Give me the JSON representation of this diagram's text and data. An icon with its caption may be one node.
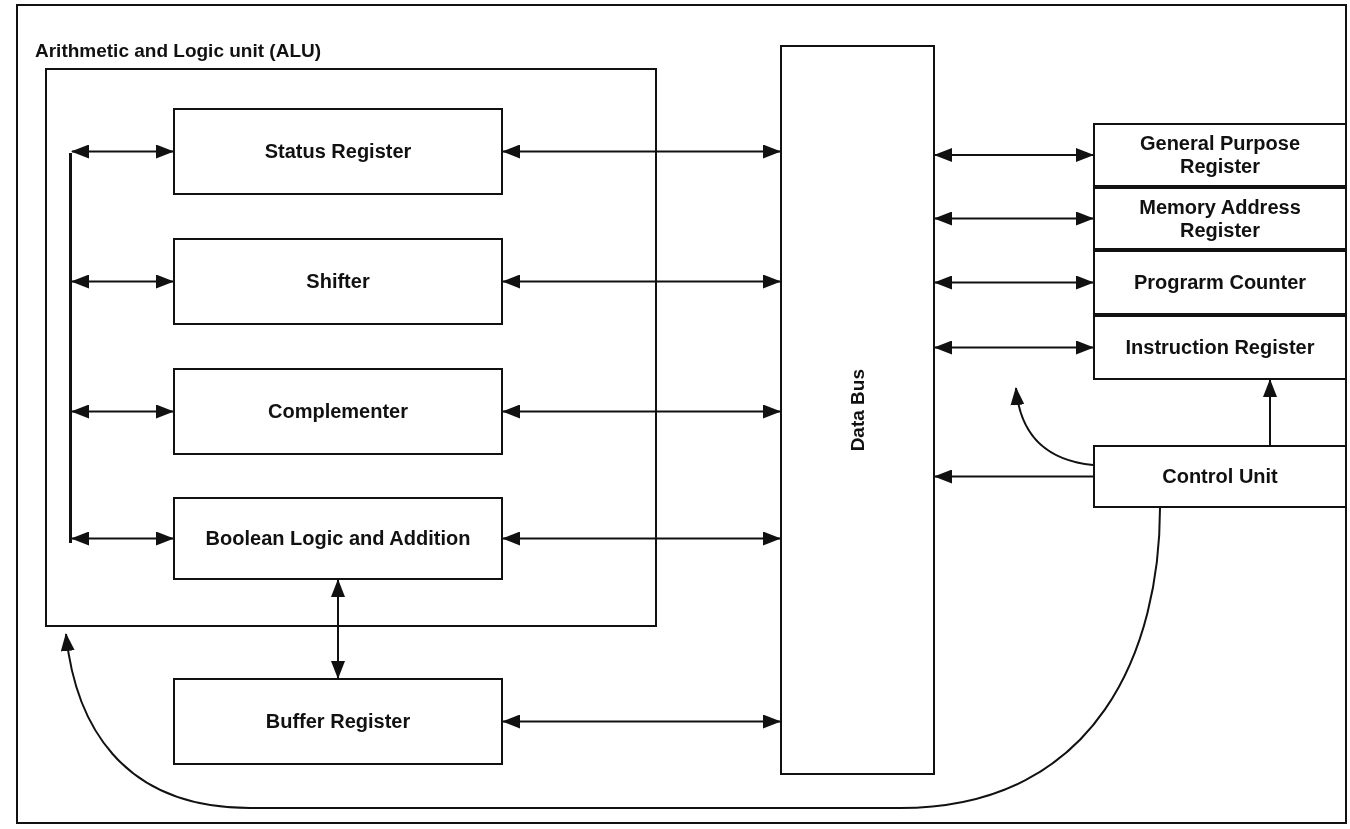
{
  "diagram": {
    "nodes": [
      {
        "text": [
          "Arithmetic and Logic unit (ALU)"
        ]
      },
      {
        "text": [],
        "shape": "bar",
        "in": 0
      },
      {
        "text": [
          "Status Register"
        ],
        "in": 0
      },
      {
        "text": [
          "Shifter"
        ],
        "in": 0
      },
      {
        "text": [
          "Complementer"
        ],
        "in": 0
      },
      {
        "text": [
          "Boolean Logic and Addition"
        ],
        "in": 0
      },
      {
        "text": [
          "Buffer Register"
        ]
      },
      {
        "text": [
          "Data Bus"
        ]
      },
      {
        "text": [
          "General Purpose Register"
        ]
      },
      {
        "text": [
          "Memory Address Register"
        ]
      },
      {
        "text": [
          "Prograrm Counter"
        ]
      },
      {
        "text": [
          "Instruction Register"
        ]
      },
      {
        "text": [
          "Control Unit"
        ]
      }
    ],
    "edges": [
      {
        "from": 1,
        "to": 2,
        "arrow": "both"
      },
      {
        "from": 1,
        "to": 3,
        "arrow": "both"
      },
      {
        "from": 1,
        "to": 4,
        "arrow": "both"
      },
      {
        "from": 1,
        "to": 5,
        "arrow": "both"
      },
      {
        "from": 2,
        "to": 7,
        "arrow": "both"
      },
      {
        "from": 3,
        "to": 7,
        "arrow": "both"
      },
      {
        "from": 4,
        "to": 7,
        "arrow": "both"
      },
      {
        "from": 5,
        "to": 7,
        "arrow": "both"
      },
      {
        "from": 5,
        "to": 6,
        "arrow": "both"
      },
      {
        "from": 6,
        "to": 7,
        "arrow": "both"
      },
      {
        "from": 7,
        "to": 8,
        "arrow": "both"
      },
      {
        "from": 7,
        "to": 9,
        "arrow": "both"
      },
      {
        "from": 7,
        "to": 10,
        "arrow": "both"
      },
      {
        "from": 7,
        "to": 11,
        "arrow": "both"
      },
      {
        "from": 12,
        "to": 7,
        "arrow": "to"
      },
      {
        "from": 12,
        "to": 11,
        "arrow": "to"
      },
      {
        "from": 12,
        "to": null,
        "arrow": "to"
      },
      {
        "from": 12,
        "to": 0,
        "arrow": "to"
      }
    ]
  }
}
